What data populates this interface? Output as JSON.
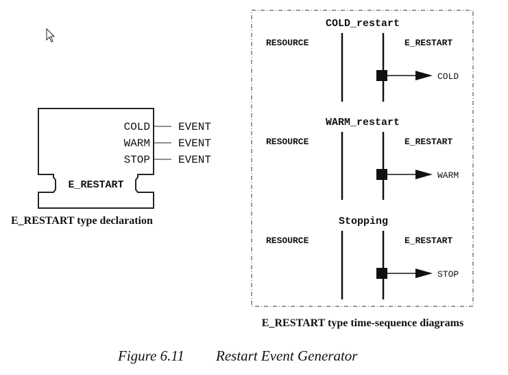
{
  "fb_declaration": {
    "outputs": [
      {
        "name": "COLD",
        "type": "EVENT"
      },
      {
        "name": "WARM",
        "type": "EVENT"
      },
      {
        "name": "STOP",
        "type": "EVENT"
      }
    ],
    "block_name": "E_RESTART",
    "caption": "E_RESTART type declaration"
  },
  "sequences": [
    {
      "title": "COLD_restart",
      "left": "RESOURCE",
      "right": "E_RESTART",
      "event": "COLD"
    },
    {
      "title": "WARM_restart",
      "left": "RESOURCE",
      "right": "E_RESTART",
      "event": "WARM"
    },
    {
      "title": "Stopping",
      "left": "RESOURCE",
      "right": "E_RESTART",
      "event": "STOP"
    }
  ],
  "sequence_caption": "E_RESTART type time-sequence diagrams",
  "figure": {
    "number": "Figure 6.11",
    "title": "Restart Event Generator"
  }
}
